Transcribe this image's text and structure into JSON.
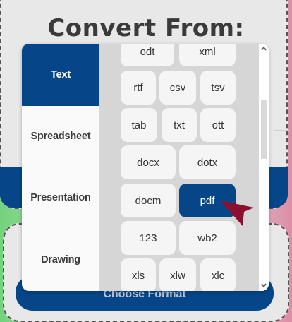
{
  "page": {
    "title": "Convert From:"
  },
  "categories": [
    {
      "label": "Text",
      "active": true
    },
    {
      "label": "Spreadsheet",
      "active": false
    },
    {
      "label": "Presentation",
      "active": false
    },
    {
      "label": "Drawing",
      "active": false
    }
  ],
  "formats": {
    "row0": [
      "odt",
      "xml"
    ],
    "row1": [
      "rtf",
      "csv",
      "tsv"
    ],
    "row2": [
      "tab",
      "txt",
      "ott"
    ],
    "row3": [
      "docx",
      "dotx"
    ],
    "row4": [
      "docm",
      "pdf"
    ],
    "row5": [
      "123",
      "wb2"
    ],
    "row6": [
      "xls",
      "xlw",
      "xlc"
    ]
  },
  "selected_format": "pdf",
  "choose_button": {
    "label": "Choose Format"
  },
  "colors": {
    "accent": "#064688",
    "cursor": "#8b1030"
  }
}
